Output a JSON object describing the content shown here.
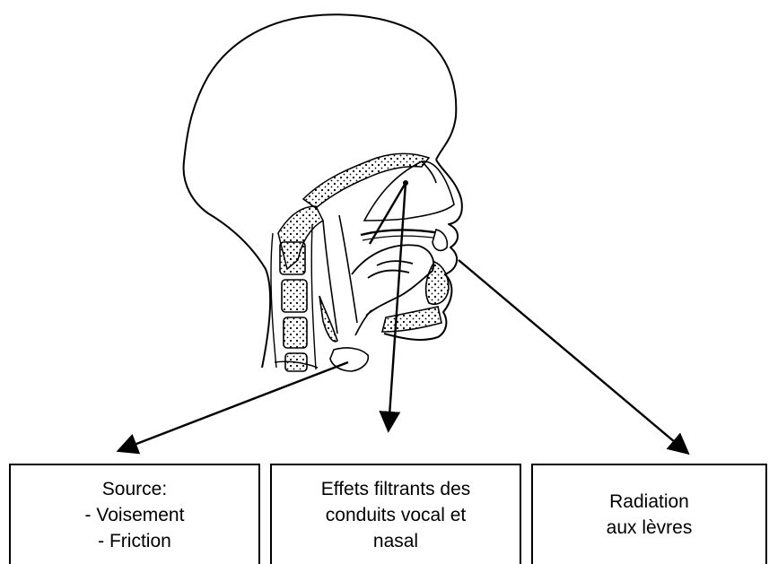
{
  "diagram": {
    "boxes": [
      {
        "id": "source",
        "lines": [
          "Source:",
          "- Voisement",
          "- Friction"
        ]
      },
      {
        "id": "filter",
        "lines": [
          "Effets filtrants des",
          "conduits vocal et",
          "nasal"
        ]
      },
      {
        "id": "radiation",
        "lines": [
          "Radiation",
          "aux lèvres"
        ]
      }
    ]
  }
}
